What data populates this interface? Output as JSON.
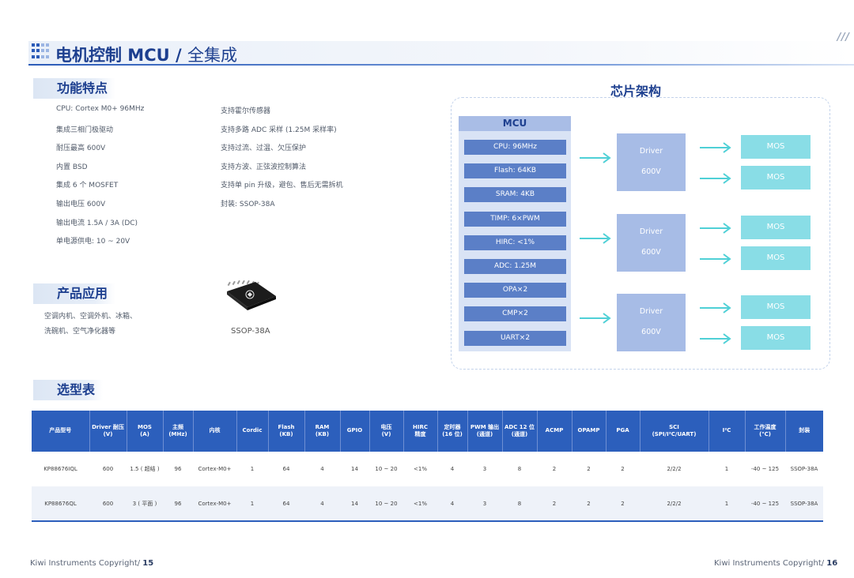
{
  "header": {
    "title_main": "电机控制 MCU / ",
    "title_sub": "全集成"
  },
  "sections": {
    "features": "功能特点",
    "applications": "产品应用",
    "selection": "选型表",
    "architecture": "芯片架构"
  },
  "features_left": [
    "CPU: Cortex M0+ 96MHz",
    "集成三相门极驱动",
    "耐压最高 600V",
    "内置 BSD",
    "集成 6 个 MOSFET",
    "输出电压 600V",
    "输出电流 1.5A / 3A (DC)",
    "单电源供电: 10 ~ 20V"
  ],
  "features_right": [
    "支持霍尔传感器",
    "支持多路 ADC 采样 (1.25M 采样率)",
    "支持过流、过温、欠压保护",
    "支持方波、正弦波控制算法",
    "支持单 pin 升级，避包、售后无需拆机",
    "封装: SSOP-38A"
  ],
  "applications": [
    "空调内机、空调外机、冰箱、",
    "洗碗机、空气净化器等"
  ],
  "chip": {
    "label": "SSOP-38A",
    "logo": "kiwi-logo"
  },
  "architecture": {
    "mcu_title": "MCU",
    "mcu_items": [
      "CPU: 96MHz",
      "Flash: 64KB",
      "SRAM: 4KB",
      "TIMP: 6×PWM",
      "HIRC: <1%",
      "ADC: 1.25M",
      "OPA×2",
      "CMP×2",
      "UART×2"
    ],
    "drivers": [
      {
        "name": "Driver",
        "voltage": "600V",
        "mos": [
          "MOS",
          "MOS"
        ]
      },
      {
        "name": "Driver",
        "voltage": "600V",
        "mos": [
          "MOS",
          "MOS"
        ]
      },
      {
        "name": "Driver",
        "voltage": "600V",
        "mos": [
          "MOS",
          "MOS"
        ]
      }
    ],
    "colors": {
      "mcu_item": "#5b7fc7",
      "driver": "#a7bce6",
      "mos": "#89dde6",
      "arrow": "#4fd0d6"
    }
  },
  "table": {
    "headers": [
      [
        "产品型号"
      ],
      [
        "Driver 耐压",
        "(V)"
      ],
      [
        "MOS",
        "(A)"
      ],
      [
        "主频",
        "(MHz)"
      ],
      [
        "内核"
      ],
      [
        "Cordic"
      ],
      [
        "Flash",
        "(KB)"
      ],
      [
        "RAM",
        "(KB)"
      ],
      [
        "GPIO"
      ],
      [
        "电压",
        "(V)"
      ],
      [
        "HIRC",
        "精度"
      ],
      [
        "定时器",
        "(16 位)"
      ],
      [
        "PWM 输出",
        "(通道)"
      ],
      [
        "ADC 12 位",
        "(通道)"
      ],
      [
        "ACMP"
      ],
      [
        "OPAMP"
      ],
      [
        "PGA"
      ],
      [
        "SCI",
        "(SPI/I²C/UART)"
      ],
      [
        "I²C"
      ],
      [
        "工作温度",
        "(℃)"
      ],
      [
        "封装"
      ]
    ],
    "rows": [
      [
        "KP88676IQL",
        "600",
        "1.5 ( 超结 )",
        "96",
        "Cortex-M0+",
        "1",
        "64",
        "4",
        "14",
        "10 ~ 20",
        "<1%",
        "4",
        "3",
        "8",
        "2",
        "2",
        "2",
        "2/2/2",
        "1",
        "-40 ~ 125",
        "SSOP-38A"
      ],
      [
        "KP88676QL",
        "600",
        "3 ( 平面 )",
        "96",
        "Cortex-M0+",
        "1",
        "64",
        "4",
        "14",
        "10 ~ 20",
        "<1%",
        "4",
        "3",
        "8",
        "2",
        "2",
        "2",
        "2/2/2",
        "1",
        "-40 ~ 125",
        "SSOP-38A"
      ]
    ]
  },
  "footer": {
    "left_text": "Kiwi Instruments Copyright/ ",
    "left_page": "15",
    "right_text": "Kiwi Instruments Copyright/ ",
    "right_page": "16"
  }
}
